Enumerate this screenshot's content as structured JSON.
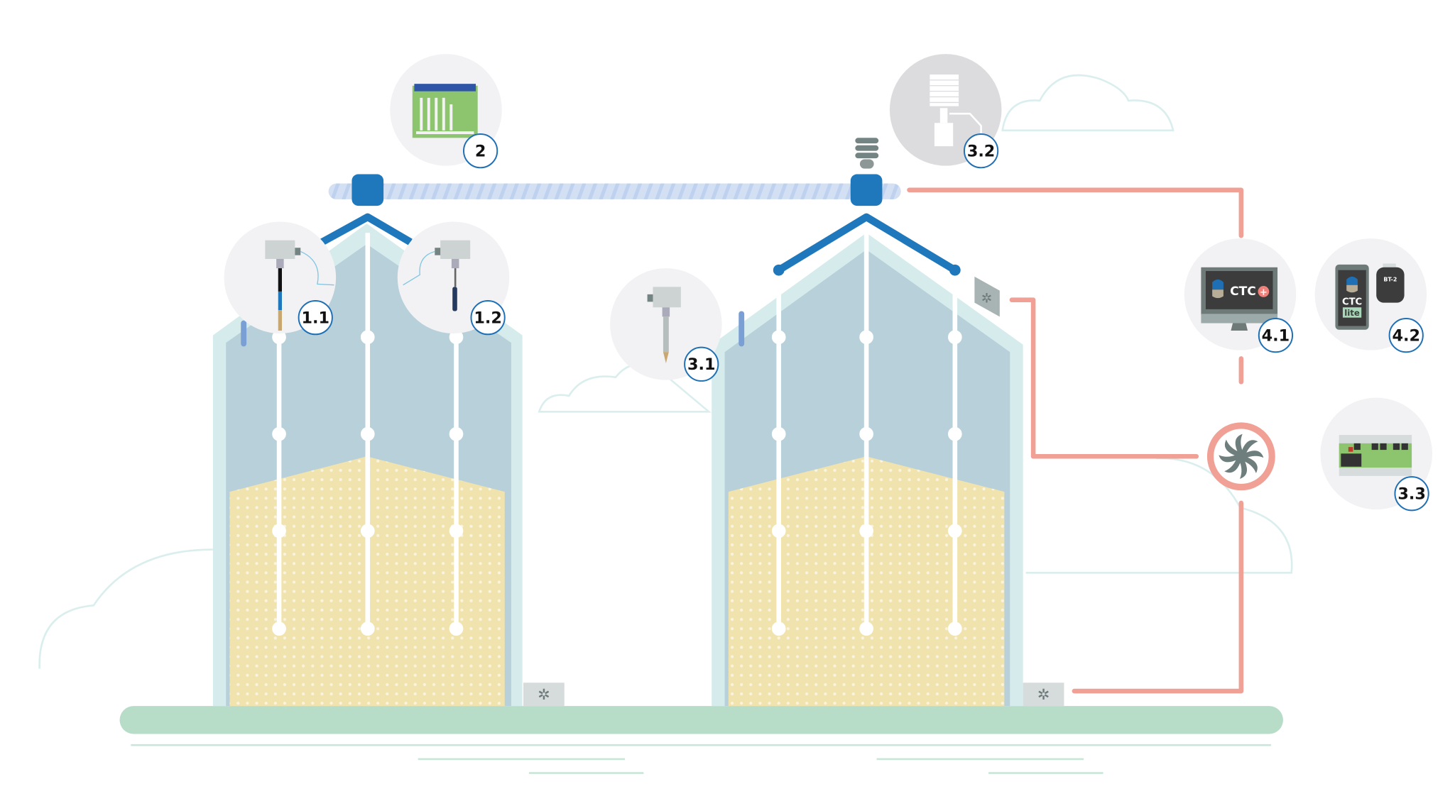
{
  "colors": {
    "ground": "#b7dcc8",
    "silo_outer": "#d6ebec",
    "silo_inner": "#b8d0da",
    "grain": "#f1e3ae",
    "bus_blue": "#1f78bc",
    "bus_pipe": "#d3dff2",
    "power_line": "#f0a095",
    "badge_stroke": "#1f6fb5",
    "device_bg": "#f2f2f4"
  },
  "badges": [
    {
      "id": "2",
      "label": "2",
      "device": "controller-board"
    },
    {
      "id": "3.2",
      "label": "3.2",
      "device": "weather-station"
    },
    {
      "id": "1.1",
      "label": "1.1",
      "device": "temperature-probe"
    },
    {
      "id": "1.2",
      "label": "1.2",
      "device": "humidity-probe"
    },
    {
      "id": "3.1",
      "label": "3.1",
      "device": "level-sensor"
    },
    {
      "id": "4.1",
      "label": "4.1",
      "device": "desktop-software"
    },
    {
      "id": "4.2",
      "label": "4.2",
      "device": "mobile-app"
    },
    {
      "id": "3.3",
      "label": "3.3",
      "device": "fan-controller"
    }
  ],
  "devices": {
    "desktop": {
      "brand": "CTC",
      "plus": "+"
    },
    "mobile": {
      "brand": "CTC",
      "sub": "lite"
    },
    "dongle": {
      "label": "BT-2"
    }
  }
}
